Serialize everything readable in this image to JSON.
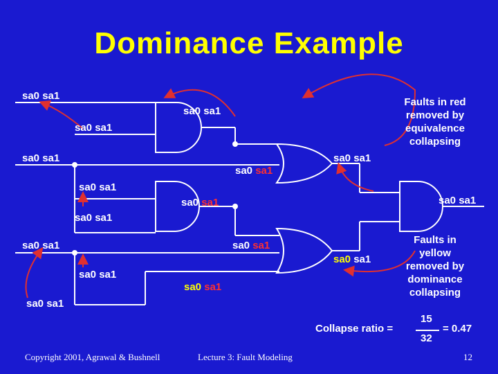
{
  "title": "Dominance Example",
  "fault_labels": {
    "f1": [
      "sa0",
      "sa1"
    ],
    "f2": [
      "sa0",
      "sa1"
    ],
    "f3": [
      "sa0",
      "sa1"
    ],
    "f4": [
      "sa0",
      "sa1"
    ],
    "f5": [
      "sa0",
      "sa1"
    ],
    "f6": [
      "sa0",
      "sa1"
    ],
    "f7": [
      "sa0",
      "sa1"
    ],
    "f8": [
      "sa0",
      "sa1"
    ],
    "f9": [
      "sa0",
      "sa1"
    ],
    "f10": [
      "sa0",
      "sa1"
    ],
    "f11": [
      "sa0",
      "sa1"
    ],
    "f12": [
      "sa0",
      "sa1"
    ],
    "f13": [
      "sa0",
      "sa1"
    ],
    "f14": [
      "sa0",
      "sa1"
    ],
    "f15": [
      "sa0",
      "sa1"
    ],
    "f16": [
      "sa0",
      "sa1"
    ]
  },
  "notes": {
    "red": [
      "Faults in red",
      "removed by",
      "equivalence",
      "collapsing"
    ],
    "yellow": [
      "Faults in",
      "yellow",
      "removed by",
      "dominance",
      "collapsing"
    ]
  },
  "collapse": {
    "label": "Collapse ratio =",
    "numerator": "15",
    "denominator": "32",
    "result": "= 0.47"
  },
  "footer": {
    "copyright": "Copyright 2001, Agrawal & Bushnell",
    "lecture": "Lecture 3: Fault Modeling",
    "page": "12"
  },
  "colors": {
    "background": "#1a1ad0",
    "title": "#ffff00",
    "wire": "#ffffff",
    "red_fault": "#ff3030",
    "yellow_fault": "#ffff00",
    "arrow": "#e03030"
  }
}
